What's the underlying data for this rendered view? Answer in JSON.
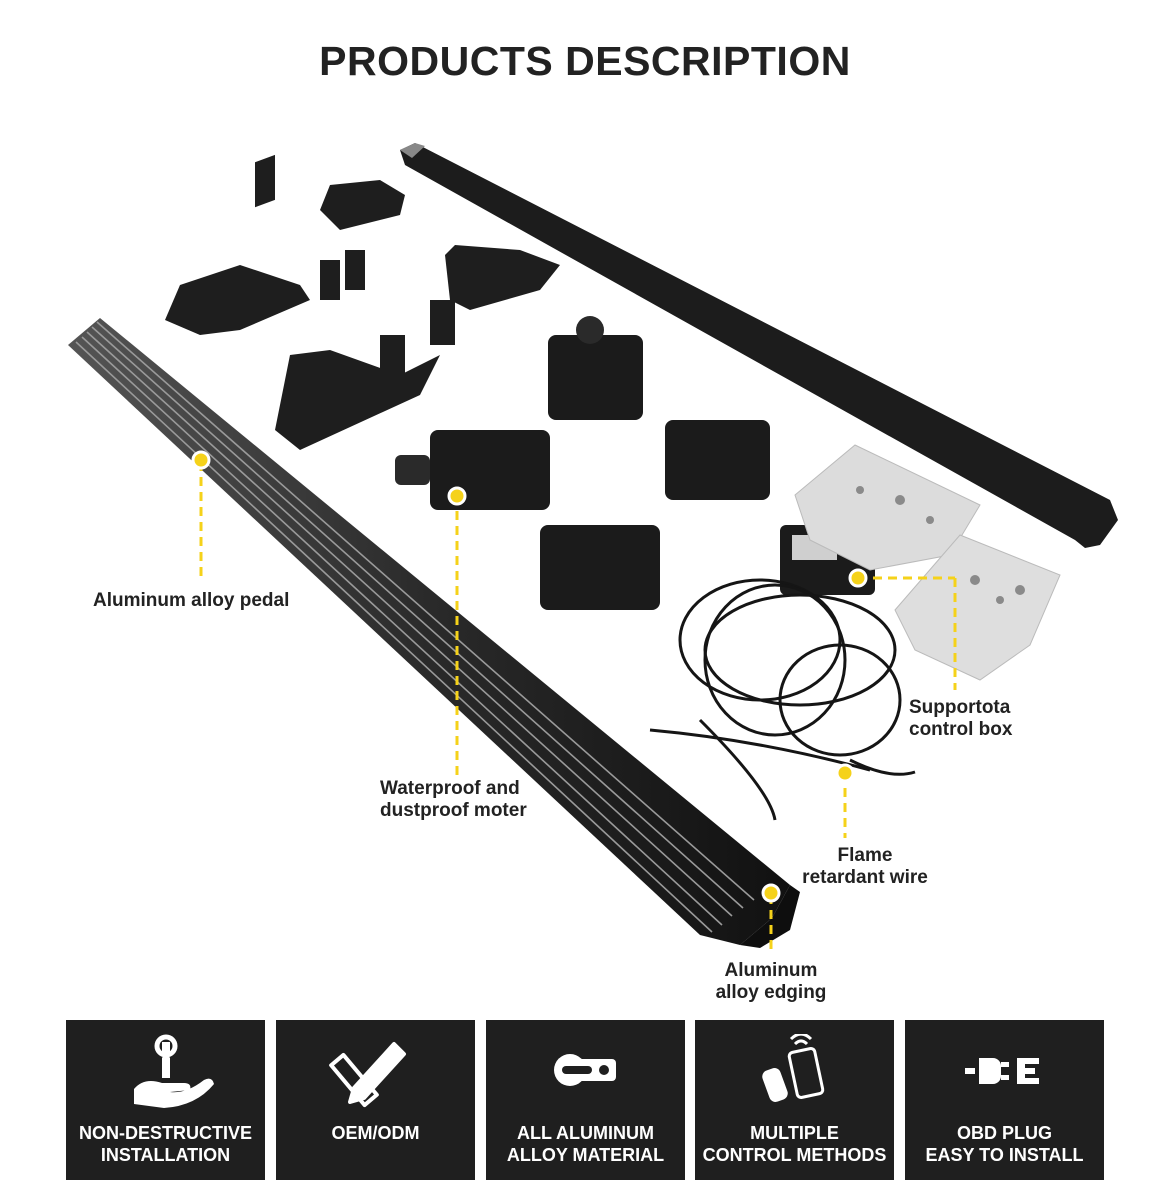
{
  "header": {
    "title": "PRODUCTS DESCRIPTION"
  },
  "callouts": {
    "pedal": "Aluminum alloy pedal",
    "motor_line1": "Waterproof and",
    "motor_line2": "dustproof moter",
    "box_line1": "Supportota",
    "box_line2": "control box",
    "wire_line1": "Flame",
    "wire_line2": "retardant wire",
    "edging_line1": "Aluminum",
    "edging_line2": "alloy edging"
  },
  "colors": {
    "accent_yellow": "#f5d21a",
    "feature_bg": "#1f1f1f",
    "product_black": "#1c1c1c"
  },
  "features": [
    {
      "icon": "wrench-hand-icon",
      "line1": "NON-DESTRUCTIVE",
      "line2": "INSTALLATION"
    },
    {
      "icon": "pencil-ruler-icon",
      "line1": "OEM/ODM",
      "line2": ""
    },
    {
      "icon": "aluminum-profile-icon",
      "line1": "ALL ALUMINUM",
      "line2": "ALLOY MATERIAL"
    },
    {
      "icon": "remote-phone-icon",
      "line1": "MULTIPLE",
      "line2": "CONTROL METHODS"
    },
    {
      "icon": "plug-icon",
      "line1": "OBD PLUG",
      "line2": "EASY TO INSTALL"
    }
  ]
}
